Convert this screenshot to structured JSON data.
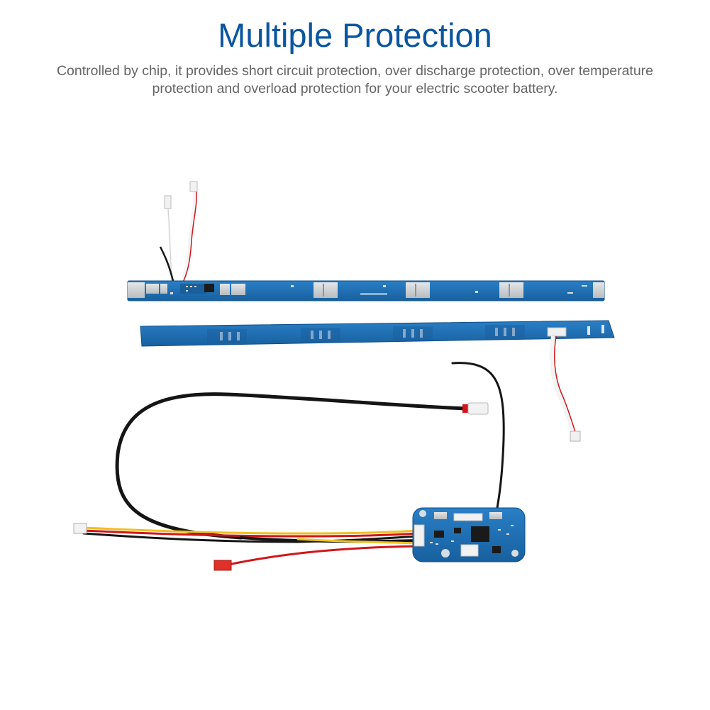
{
  "heading": {
    "title": "Multiple Protection",
    "description": "Controlled by chip, it provides short circuit protection, over discharge protection, over temperature protection and overload protection for your electric scooter battery."
  },
  "colors": {
    "title": "#0a55a0",
    "description": "#666666",
    "board": "#1c6fb8",
    "board_dark": "#135a99",
    "pad": "#c9ccd0",
    "wire_black": "#151515",
    "wire_red": "#d0161b",
    "wire_yellow": "#f0c020",
    "wire_white": "#f2f2f2",
    "connector_red": "#e0302a"
  },
  "image": {
    "subject": "scooter-battery-bms-protection-board-with-balance-strips-and-wires"
  }
}
